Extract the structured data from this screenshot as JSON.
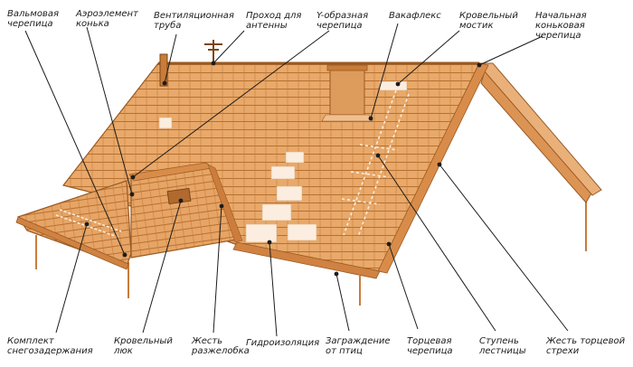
{
  "labels": {
    "hip_tile": "Вальмовая\nчерепица",
    "ridge_aero": "Аэроэлемент\nконька",
    "vent_pipe": "Вентиляционная\nтруба",
    "antenna_pass": "Проход для\nантенны",
    "y_tile": "Y-образная\nчерепица",
    "wakaflex": "Вакафлекс",
    "roof_bridge": "Кровельный\nмостик",
    "ridge_start_tile": "Начальная коньковая\nчерепица",
    "snow_guard_kit": "Комплект\nснегозадержания",
    "roof_hatch": "Кровельный\nлюк",
    "valley_tin": "Жесть\nразжелобка",
    "waterproofing": "Гидроизоляция",
    "bird_barrier": "Заграждение\nот птиц",
    "verge_tile": "Торцевая\nчерепица",
    "ladder_step": "Ступень\nлестницы",
    "eaves_tin": "Жесть торцевой\nстрехи"
  },
  "colors": {
    "roof": "#e8a96a",
    "roof_dark": "#c97c3a",
    "tile_line": "#b8702f",
    "outline": "#9a5a22",
    "leader": "#1c1c1c",
    "membrane": "#fbeee0"
  }
}
